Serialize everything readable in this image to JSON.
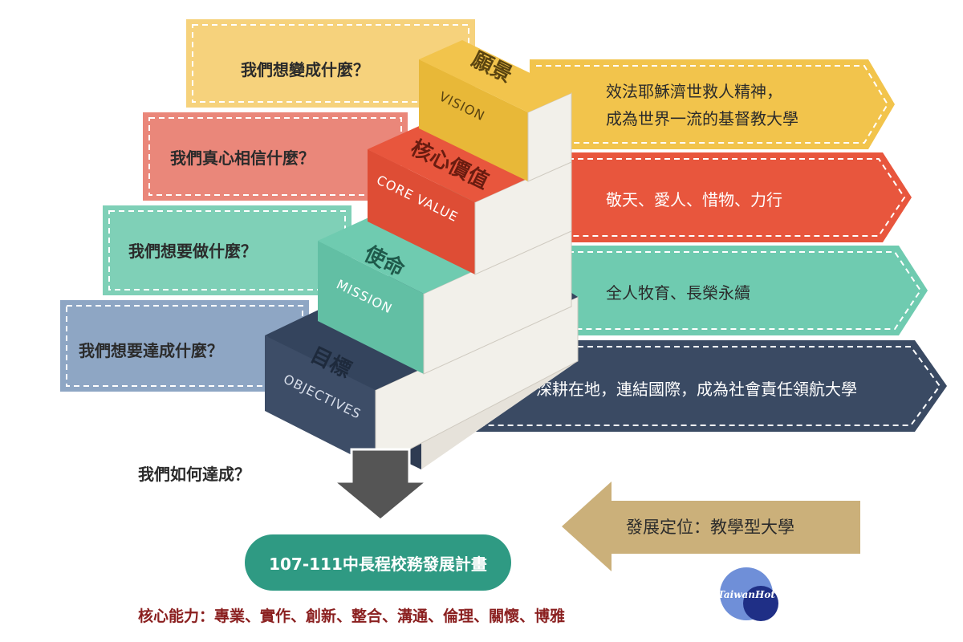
{
  "questions": {
    "vision": "我們想變成什麼？",
    "core_value": "我們真心相信什麼？",
    "mission": "我們想要做什麼？",
    "objectives": "我們想要達成什麼？",
    "how": "我們如何達成？"
  },
  "books": {
    "vision": {
      "cn": "願景",
      "en": "VISION"
    },
    "core_value": {
      "cn": "核心價值",
      "en": "CORE VALUE"
    },
    "mission": {
      "cn": "使命",
      "en": "MISSION"
    },
    "objectives": {
      "cn": "目標",
      "en": "OBJECTIVES"
    }
  },
  "answers": {
    "vision_line1": "效法耶穌濟世救人精神，",
    "vision_line2": "成為世界一流的基督教大學",
    "core_value": "敬天、愛人、惜物、力行",
    "mission": "全人牧育、長榮永續",
    "objectives": "深耕在地，連結國際，成為社會責任領航大學"
  },
  "plan": "107-111中長程校務發展計畫",
  "positioning": "發展定位：教學型大學",
  "core_abilities": "核心能力：專業、實作、創新、整合、溝通、倫理、關懷、博雅",
  "watermark": "TaiwanHot",
  "colors": {
    "vision": "#f2c44c",
    "core_value": "#e8563d",
    "mission": "#6fcbb0",
    "objectives": "#3a4a63",
    "plan": "#2f9a83",
    "position_arrow": "#cbb07a"
  }
}
